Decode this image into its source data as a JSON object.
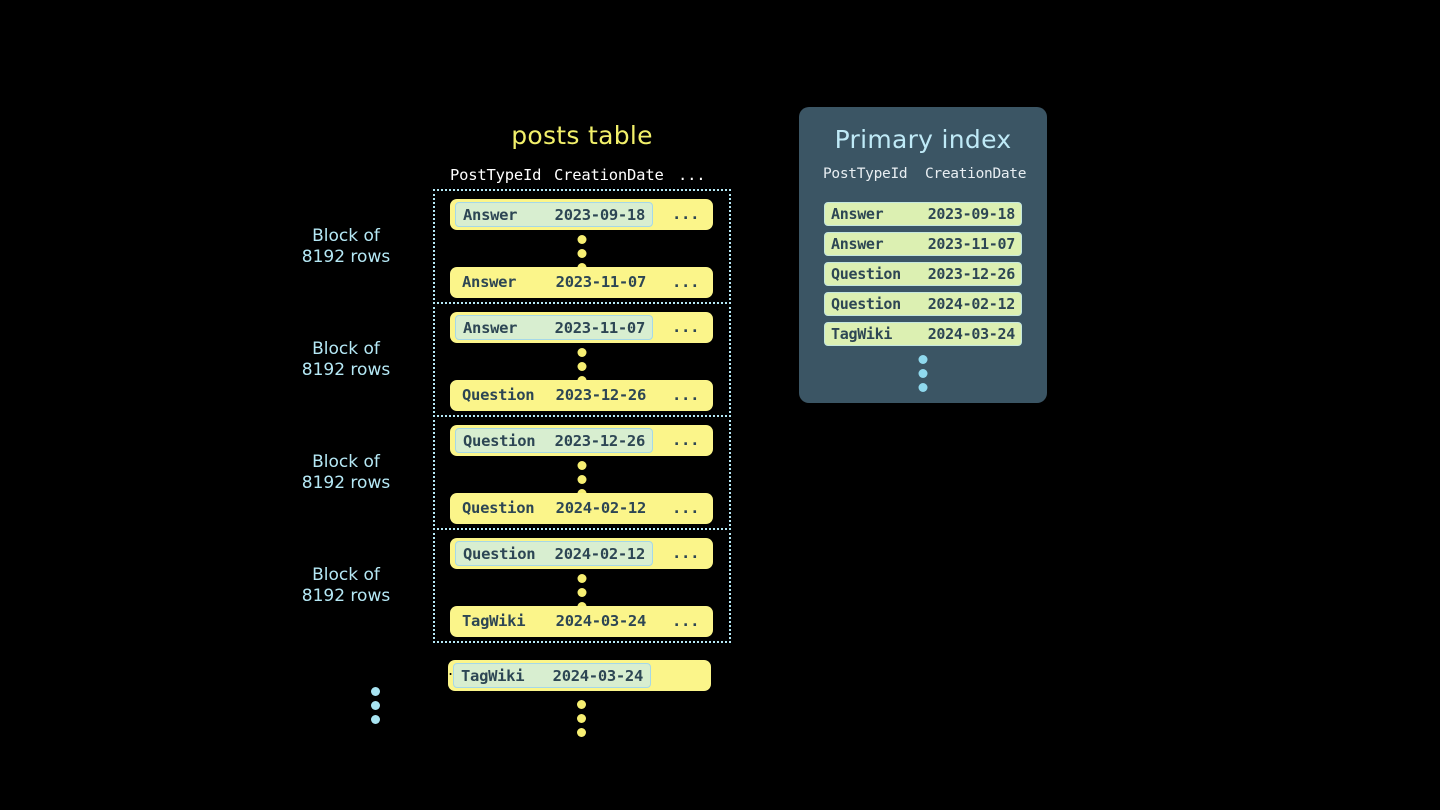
{
  "posts_table": {
    "title": "posts table",
    "columns": [
      "PostTypeId",
      "CreationDate",
      "..."
    ],
    "block_label": "Block of\n8192 rows",
    "ellipsis": "...",
    "blocks": [
      {
        "label": "Block of\n8192 rows",
        "first_row": {
          "post_type_id": "Answer",
          "creation_date": "2023-09-18",
          "rest": "...",
          "highlighted": true
        },
        "last_row": {
          "post_type_id": "Answer",
          "creation_date": "2023-11-07",
          "rest": "...",
          "highlighted": false
        }
      },
      {
        "label": "Block of\n8192 rows",
        "first_row": {
          "post_type_id": "Answer",
          "creation_date": "2023-11-07",
          "rest": "...",
          "highlighted": true
        },
        "last_row": {
          "post_type_id": "Question",
          "creation_date": "2023-12-26",
          "rest": "...",
          "highlighted": false
        }
      },
      {
        "label": "Block of\n8192 rows",
        "first_row": {
          "post_type_id": "Question",
          "creation_date": "2023-12-26",
          "rest": "...",
          "highlighted": true
        },
        "last_row": {
          "post_type_id": "Question",
          "creation_date": "2024-02-12",
          "rest": "...",
          "highlighted": false
        }
      },
      {
        "label": "Block of\n8192 rows",
        "first_row": {
          "post_type_id": "Question",
          "creation_date": "2024-02-12",
          "rest": "...",
          "highlighted": true
        },
        "last_row": {
          "post_type_id": "TagWiki",
          "creation_date": "2024-03-24",
          "rest": "...",
          "highlighted": false
        }
      }
    ],
    "trailing_row": {
      "post_type_id": "TagWiki",
      "creation_date": "2024-03-24",
      "rest": "...",
      "highlighted": true
    }
  },
  "primary_index": {
    "title": "Primary index",
    "columns": [
      "PostTypeId",
      "CreationDate"
    ],
    "rows": [
      {
        "post_type_id": "Answer",
        "creation_date": "2023-09-18"
      },
      {
        "post_type_id": "Answer",
        "creation_date": "2023-11-07"
      },
      {
        "post_type_id": "Question",
        "creation_date": "2023-12-26"
      },
      {
        "post_type_id": "Question",
        "creation_date": "2024-02-12"
      },
      {
        "post_type_id": "TagWiki",
        "creation_date": "2024-03-24"
      }
    ]
  },
  "colors": {
    "background": "#000000",
    "row_yellow": "#fbf58a",
    "highlight_green": "#d8eed0",
    "highlight_border": "#a5d8e8",
    "index_panel": "#3b5564",
    "index_row": "#dcf0b2",
    "accent_blue": "#b5e8f5",
    "title_yellow": "#f2f06a",
    "text_dark": "#2d4654",
    "dot_yellow": "#f7ef72"
  }
}
